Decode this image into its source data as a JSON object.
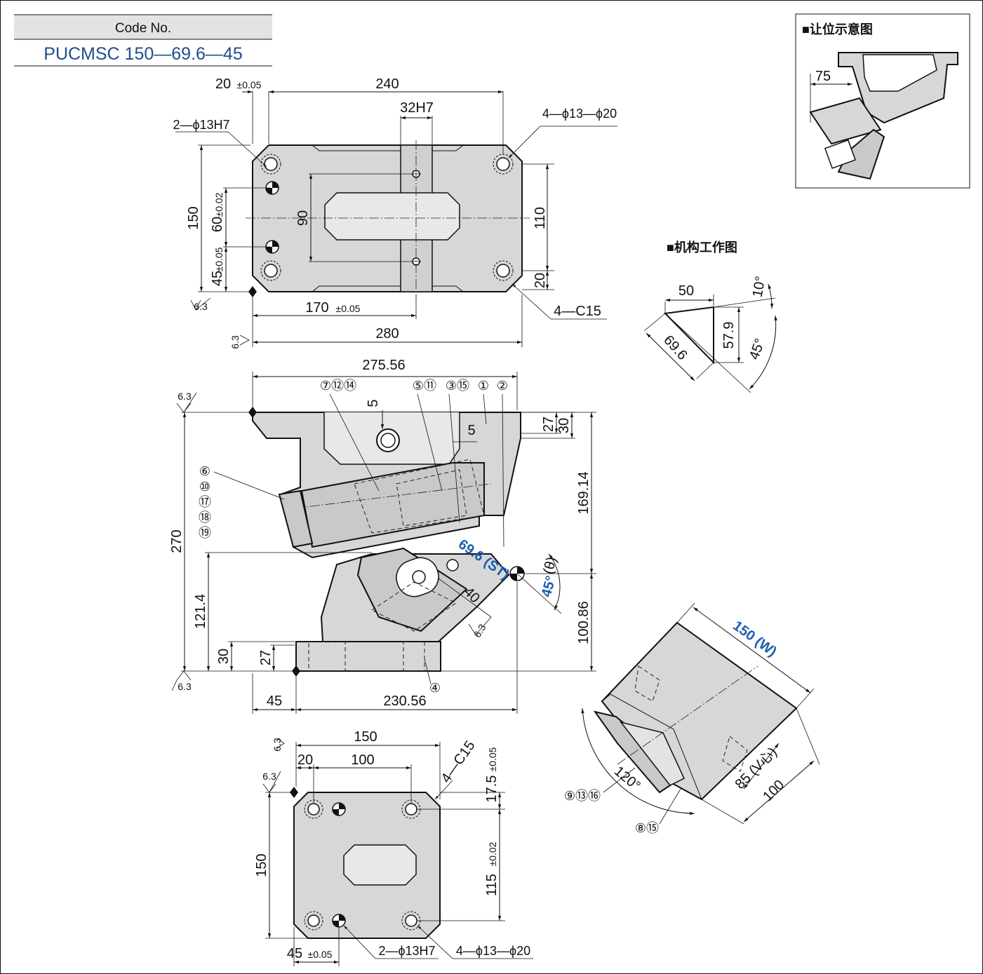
{
  "code_box": {
    "title": "Code No.",
    "value": "PUCMSC 150—69.6—45"
  },
  "inset_clearance": {
    "title": "■让位示意图",
    "dim": "75"
  },
  "inset_mechanism": {
    "title": "■机构工作图",
    "dims": [
      "50",
      "10°",
      "69.6",
      "57.9",
      "45°"
    ]
  },
  "top_view": {
    "dim_20": "20",
    "tol_20": "±0.05",
    "dim_240": "240",
    "dim_32h7": "32H7",
    "dim_holes_13": "2—ϕ13H7",
    "dim_holes_4": "4—ϕ13—ϕ20",
    "dim_150": "150",
    "dim_60": "60",
    "tol_60": "±0.02",
    "dim_45": "45",
    "tol_45": "±0.05",
    "dim_90": "90",
    "dim_110": "110",
    "dim_20b": "20",
    "dim_170": "170",
    "tol_170": "±0.05",
    "dim_c15": "4—C15",
    "dim_280": "280",
    "rough": "6.3"
  },
  "front_view": {
    "dim_27556": "275.56",
    "callouts_top": [
      "⑦⑫⑭",
      "⑤⑪",
      "③⑮",
      "①",
      "②"
    ],
    "callouts_left": [
      "⑥",
      "⑩",
      "⑰",
      "⑱",
      "⑲"
    ],
    "callout_bottom": "④",
    "dim_5a": "5",
    "dim_5b": "5",
    "dim_27": "27",
    "dim_30": "30",
    "dim_16914": "169.14",
    "dim_270": "270",
    "dim_1214": "121.4",
    "dim_30b": "30",
    "dim_27b": "27",
    "dim_stroke": "69.6 (ST)",
    "dim_40": "40",
    "dim_angle": "45°",
    "dim_theta": "(θ)",
    "dim_10086": "100.86",
    "dim_45": "45",
    "dim_23056": "230.56",
    "rough": "6.3"
  },
  "iso_view": {
    "dim_150w": "150 (W)",
    "dim_85v": "85 (V心)",
    "dim_100": "100",
    "dim_120": "120°",
    "callout_a": "⑨⑬⑯",
    "callout_b": "⑧⑮"
  },
  "bottom_view": {
    "dim_150": "150",
    "dim_20": "20",
    "dim_100": "100",
    "dim_c15": "4—C15",
    "dim_175": "17.5",
    "tol_175": "±0.05",
    "dim_150v": "150",
    "dim_115": "115",
    "tol_115": "±0.02",
    "dim_45": "45",
    "tol_45": "±0.05",
    "dim_holes_13": "2—ϕ13H7",
    "dim_holes_4": "4—ϕ13—ϕ20",
    "rough": "6.3"
  }
}
